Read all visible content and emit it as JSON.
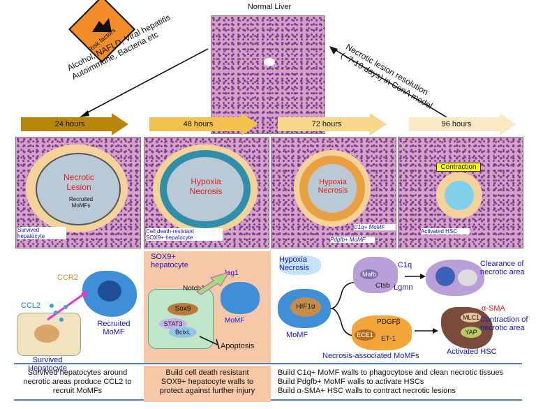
{
  "top": {
    "normal_liver": "Normal Liver",
    "risk_factors": "Risk factors",
    "causes_line1": "Alcohol, NAFLD, Viral hepatitis",
    "causes_line2": "Autoimmune, Bacteria etc",
    "resolution_line1": "Necrotic lesion resolution",
    "resolution_line2": "(~7-10 days) in ConA model"
  },
  "timeline": [
    {
      "label": "24 hours",
      "color": "#b8860b"
    },
    {
      "label": "48 hours",
      "color": "#f2c14e"
    },
    {
      "label": "72 hours",
      "color": "#f7d78c"
    },
    {
      "label": "96 hours",
      "color": "#fbe9c6"
    }
  ],
  "panels": {
    "p1": {
      "lesion": "Necrotic\nLesion",
      "recruited": "Recruited\nMoMFs",
      "survived": "Survived\nhepatocyte"
    },
    "p2": {
      "hypoxia": "Hypoxia\nNecrosis",
      "note": "Cell death-resistant\nSOX9+ hepatocyte"
    },
    "p3": {
      "hypoxia": "Hypoxia\nNecrosis",
      "c1q": "C1q+ MoMF",
      "pdgfb": "Pdgfb+ MoMF"
    },
    "p4": {
      "contraction": "Contraction",
      "activated": "Activated HSC"
    }
  },
  "mech1": {
    "ccr2": "CCR2",
    "ccl2": "CCL2",
    "recruited": "Recruited\nMoMF",
    "survived": "Survived\nHepatocyte"
  },
  "mech2": {
    "title": "SOX9+\nhepatocyte",
    "jag1": "Jag1",
    "notch1": "Notch1",
    "sox9": "Sox9",
    "stat3": "STAT3",
    "bclxl": "BclxL",
    "apoptosis": "Apoptosis",
    "momf": "MoMF"
  },
  "mech3": {
    "hypoxia": "Hypoxia\nNecrosis",
    "hif": "HIF1α",
    "momf": "MoMF",
    "mafb": "Mafb",
    "ctsb": "Ctsb",
    "c1q": "C1q",
    "lgmn": "Lgmn",
    "clearance": "Clearance of\nnecrotic area",
    "pdgfb": "PDGFβ",
    "ece1": "ECE1",
    "et1": "ET-1",
    "asma": "α-SMA",
    "mlc1": "MLC1",
    "yap": "YAP",
    "contraction": "Contraction of\nnecrotic area",
    "activated": "Activated HSC",
    "necrosis_assoc": "Necrosis-associated MoMFs"
  },
  "bottom": {
    "col1": "Survived hepatocytes around\nnecrotic areas produce CCL2 to\nrecruit MoMFs",
    "col2": "Build cell death resistant\nSOX9+ hepatocyte walls to\nprotect against further injury",
    "col3_line1": "Build C1q+ MoMF walls to phagocytose and clean necrotic tissues",
    "col3_line2": "Build Pdgfb+ MoMF walls to activate HSCs",
    "col3_line3": "Build α-SMA+ HSC walls to contract necrotic lesions"
  },
  "colors": {
    "red": "#e01b1b",
    "blue": "#1515c8",
    "peach": "#f6c8a8",
    "rule": "#4a7fc0"
  }
}
